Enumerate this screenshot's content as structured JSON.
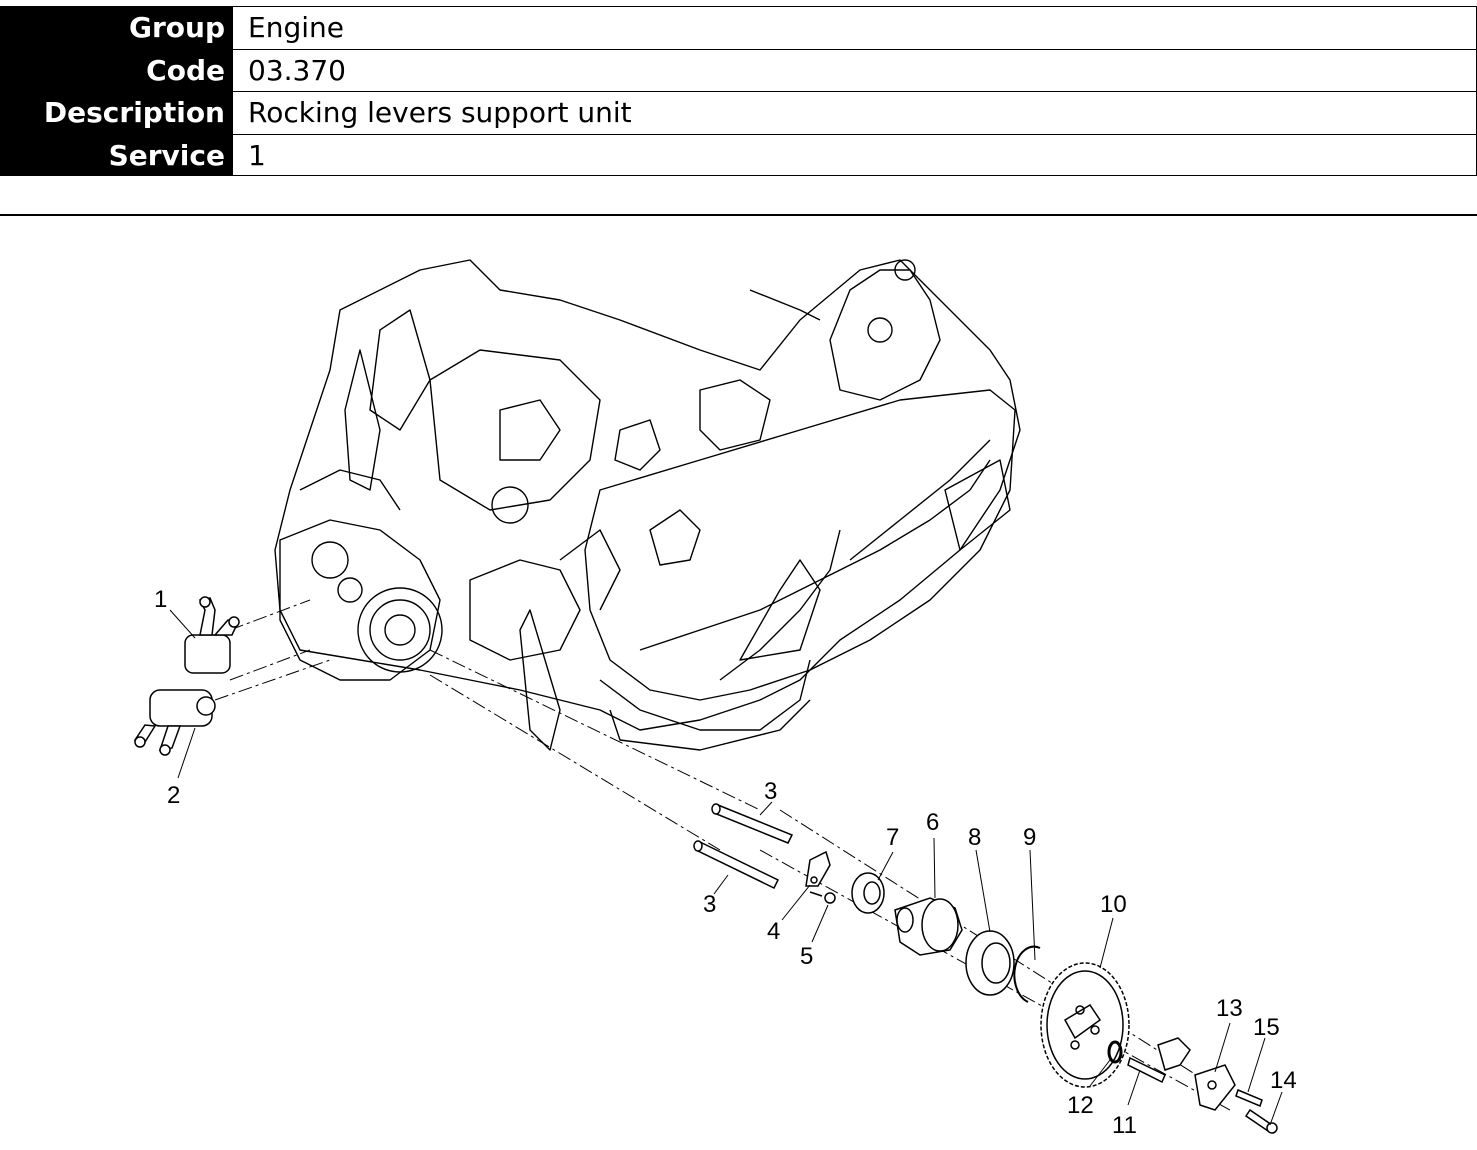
{
  "header": {
    "rows": [
      {
        "label": "Group",
        "value": "Engine"
      },
      {
        "label": "Code",
        "value": "03.370"
      },
      {
        "label": "Description",
        "value": "Rocking levers support unit"
      },
      {
        "label": "Service",
        "value": "1"
      }
    ]
  },
  "diagram": {
    "callouts": [
      "1",
      "2",
      "3",
      "3",
      "4",
      "5",
      "6",
      "7",
      "8",
      "9",
      "10",
      "11",
      "12",
      "13",
      "14",
      "15"
    ]
  }
}
